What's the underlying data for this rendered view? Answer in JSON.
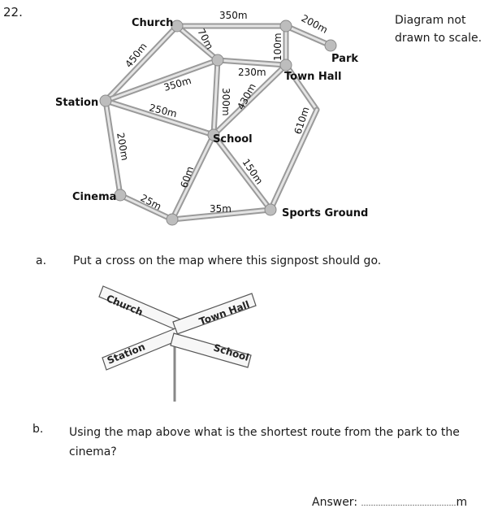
{
  "question_number": "22.",
  "note": {
    "line1": "Diagram not",
    "line2": "drawn to scale."
  },
  "map": {
    "places": {
      "church": "Church",
      "park": "Park",
      "town_hall": "Town Hall",
      "station": "Station",
      "school": "School",
      "cinema": "Cinema",
      "sports_ground": "Sports Ground"
    },
    "distances": {
      "church_topright": "350m",
      "topright_park": "200m",
      "church_station": "450m",
      "church_junction": "70m",
      "topright_townhall": "100m",
      "junction_townhall": "230m",
      "station_junction": "350m",
      "station_school": "250m",
      "junction_school": "300m",
      "school_townhall": "430m",
      "townhall_sports": "610m",
      "station_cinema": "200m",
      "school_sports": "150m",
      "school_bottom": "60m",
      "cinema_bottom": "25m",
      "bottom_sports": "35m"
    }
  },
  "part_a": {
    "letter": "a.",
    "text": "Put a cross on the map where this signpost should go."
  },
  "signpost": {
    "church": "Church",
    "town_hall": "Town Hall",
    "station": "Station",
    "school": "School"
  },
  "part_b": {
    "letter": "b.",
    "text": "Using the map above what is the shortest route from the park to the cinema?"
  },
  "answer": {
    "label": "Answer:",
    "dots": "…………………………………",
    "unit": "m"
  }
}
